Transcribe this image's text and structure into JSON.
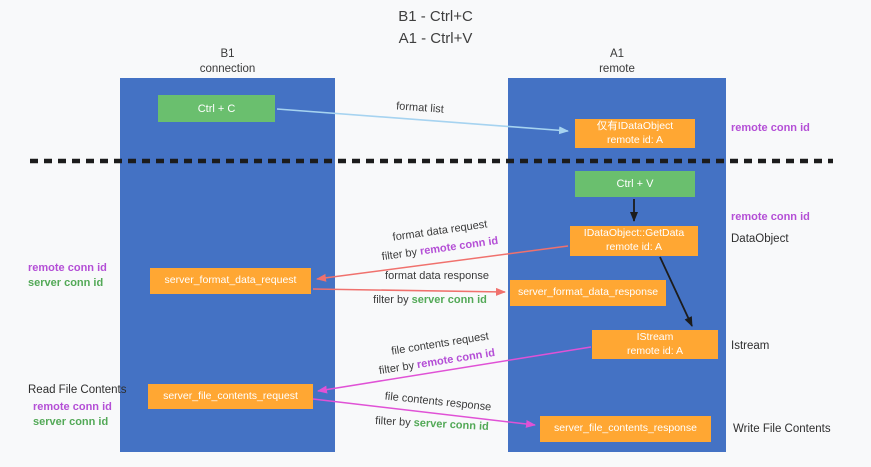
{
  "title": {
    "line1": "B1 - Ctrl+C",
    "line2": "A1 - Ctrl+V"
  },
  "columns": {
    "left": {
      "name": "B1",
      "subtitle": "connection"
    },
    "right": {
      "name": "A1",
      "subtitle": "remote"
    }
  },
  "boxes": {
    "ctrl_c": "Ctrl + C",
    "ctrl_v": "Ctrl + V",
    "only_idataobject": {
      "line1": "仅有IDataObject",
      "line2": "remote id: A"
    },
    "getdata": {
      "line1": "IDataObject::GetData",
      "line2": "remote id: A"
    },
    "istream": {
      "line1": "IStream",
      "line2": "remote id: A"
    },
    "server_format_data_request": "server_format_data_request",
    "server_format_data_response": "server_format_data_response",
    "server_file_contents_request": "server_file_contents_request",
    "server_file_contents_response": "server_file_contents_response"
  },
  "arrow_labels": {
    "format_list": "format list",
    "format_data_request": "format data request",
    "format_data_response": "format data response",
    "file_contents_request": "file contents request",
    "file_contents_response": "file contents response",
    "filter_by": "filter by "
  },
  "annotations": {
    "remote_conn_id": "remote conn id",
    "server_conn_id": "server conn id",
    "dataobject": "DataObject",
    "istream": "Istream",
    "read_file_contents": "Read File Contents",
    "write_file_contents": "Write File Contents"
  },
  "colors": {
    "bg": "#f8f9fa",
    "column_blue": "#4472c4",
    "box_green": "#6abf6e",
    "box_orange": "#ffa733",
    "text_purple": "#b44fd6",
    "text_green": "#53a957",
    "arrow_blue": "#a6d3f0",
    "arrow_red": "#f0716d",
    "arrow_magenta": "#e052d6",
    "arrow_black": "#1c1c1c"
  }
}
